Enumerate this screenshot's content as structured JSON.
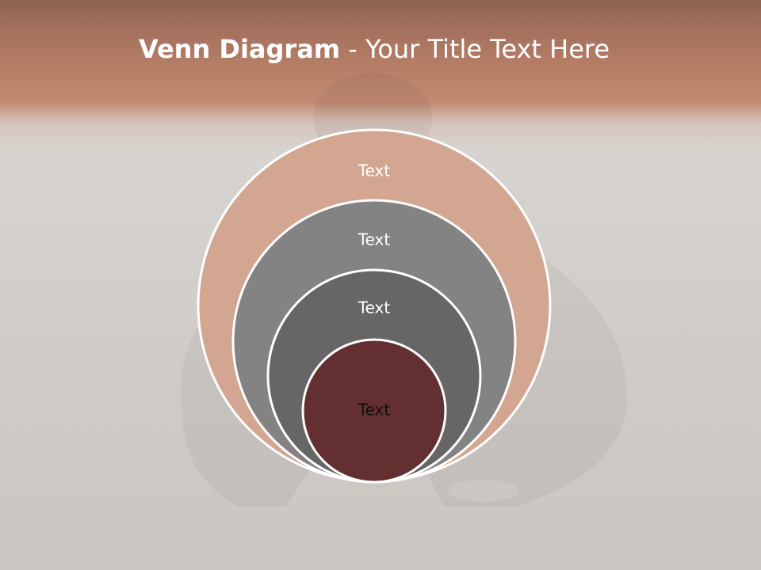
{
  "title": {
    "bold": "Venn Diagram",
    "rest": " - Your Title Text Here"
  },
  "diagram": {
    "rings": [
      {
        "label": "Text",
        "fill": "#d2a690",
        "text_color": "#ffffff"
      },
      {
        "label": "Text",
        "fill": "#838383",
        "text_color": "#ffffff"
      },
      {
        "label": "Text",
        "fill": "#666666",
        "text_color": "#ffffff"
      },
      {
        "label": "Text",
        "fill": "#632f30",
        "text_color": "#111111"
      }
    ],
    "outline_color": "#ffffff"
  },
  "colors": {
    "header": "#b98168",
    "background": "#d4d1cd"
  }
}
